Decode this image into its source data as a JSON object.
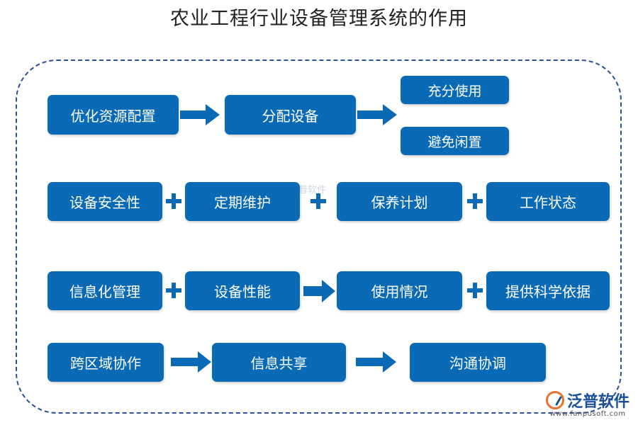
{
  "title": "农业工程行业设备管理系统的作用",
  "row1": {
    "start": "优化资源配置",
    "middle": "分配设备",
    "branch_top": "充分使用",
    "branch_bottom": "避免闲置"
  },
  "row2": [
    "设备安全性",
    "定期维护",
    "保养计划",
    "工作状态"
  ],
  "row3": [
    "信息化管理",
    "设备性能",
    "使用情况",
    "提供科学依据"
  ],
  "row4": [
    "跨区域协作",
    "信息共享",
    "沟通协调"
  ],
  "watermark_center": "泛普软件",
  "logo": {
    "brand": "泛普软件",
    "url": "www.fanpusoft.com"
  },
  "colors": {
    "box": "#0b6ab5",
    "frame": "#2d4f93",
    "title": "#222222"
  }
}
